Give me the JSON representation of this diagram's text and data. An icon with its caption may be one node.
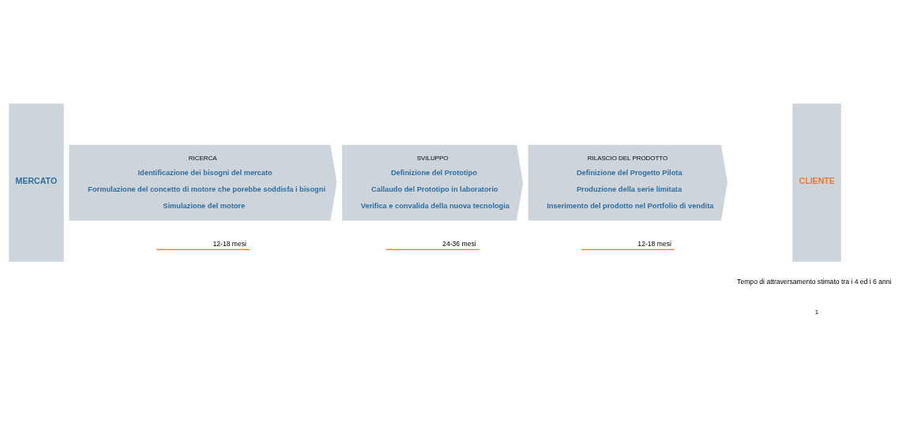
{
  "diagram": {
    "nodes": [
      {
        "text": [
          "MERCATO"
        ]
      },
      {
        "text": [
          "RICERCA",
          "Identificazione dei bisogni del mercato",
          "Formulazione del concetto di motore che porebbe soddisfa i bisogni",
          "Simulazione del motore"
        ],
        "beside": [
          "12-18 mesi"
        ]
      },
      {
        "text": [
          "SVILUPPO",
          "Definizione del Prototipo",
          "Callaudo del Prototipo in laboratorio",
          "Verifica e convalida della nuova tecnologia"
        ],
        "beside": [
          "24-36 mesi"
        ]
      },
      {
        "text": [
          "RILASCIO DEL PRODOTTO",
          "Definizione del Progetto Pilota",
          "Produzione della serie limitata",
          "Inserimento del prodotto nel Portfolio di vendita"
        ],
        "beside": [
          "12-18 mesi"
        ]
      },
      {
        "text": [
          "CLIENTE"
        ]
      }
    ],
    "labels": [
      "Tempo di attraversamento stimato tra i 4 ed i 6 anni",
      "1"
    ]
  }
}
